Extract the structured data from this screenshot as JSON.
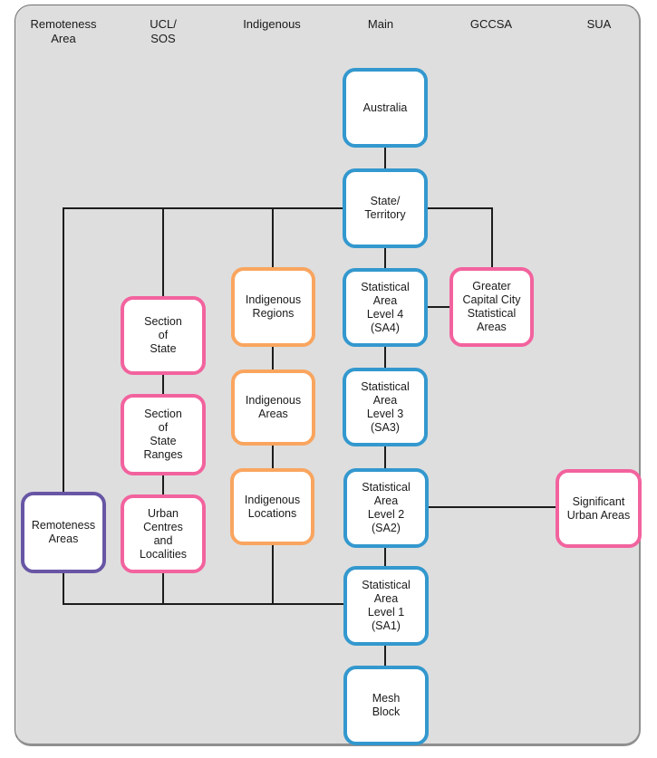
{
  "headers": {
    "remoteness": "Remoteness\nArea",
    "ucl_sos": "UCL/\nSOS",
    "indigenous": "Indigenous",
    "main": "Main",
    "gccsa": "GCCSA",
    "sua": "SUA"
  },
  "colors": {
    "main": "#3398CE",
    "substructure": "#F2639E",
    "indigenous": "#F9A55F",
    "remoteness": "#6856A5",
    "connector": "#1c1c1c",
    "canvas_background": "#DEDEDE",
    "node_background": "#FFFFFF"
  },
  "nodes": {
    "australia": {
      "label": "Australia",
      "group": "main"
    },
    "state_territory": {
      "label": "State/\nTerritory",
      "group": "main"
    },
    "sa4": {
      "label": "Statistical\nArea\nLevel 4\n(SA4)",
      "group": "main"
    },
    "sa3": {
      "label": "Statistical\nArea\nLevel 3\n(SA3)",
      "group": "main"
    },
    "sa2": {
      "label": "Statistical\nArea\nLevel 2\n(SA2)",
      "group": "main"
    },
    "sa1": {
      "label": "Statistical\nArea\nLevel 1\n(SA1)",
      "group": "main"
    },
    "mesh_block": {
      "label": "Mesh\nBlock",
      "group": "main"
    },
    "gccsa": {
      "label": "Greater\nCapital City\nStatistical\nAreas",
      "group": "substructure"
    },
    "significant_urban_areas": {
      "label": "Significant\nUrban Areas",
      "group": "substructure"
    },
    "section_of_state": {
      "label": "Section\nof\nState",
      "group": "substructure"
    },
    "section_of_state_ranges": {
      "label": "Section\nof\nState\nRanges",
      "group": "substructure"
    },
    "urban_centres_localities": {
      "label": "Urban\nCentres\nand\nLocalities",
      "group": "substructure"
    },
    "indigenous_regions": {
      "label": "Indigenous\nRegions",
      "group": "indigenous"
    },
    "indigenous_areas": {
      "label": "Indigenous\nAreas",
      "group": "indigenous"
    },
    "indigenous_locations": {
      "label": "Indigenous\nLocations",
      "group": "indigenous"
    },
    "remoteness_areas": {
      "label": "Remoteness\nAreas",
      "group": "remoteness"
    }
  }
}
